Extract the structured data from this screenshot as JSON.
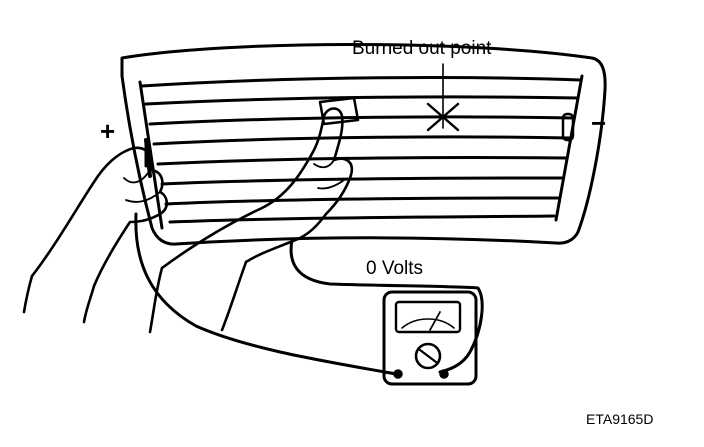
{
  "labels": {
    "burned_out_point": "Burned out point",
    "plus": "+",
    "minus": "−",
    "volts": "0 Volts",
    "figure_code": "ETA9165D"
  },
  "colors": {
    "ink": "#000000",
    "paper": "#ffffff"
  }
}
